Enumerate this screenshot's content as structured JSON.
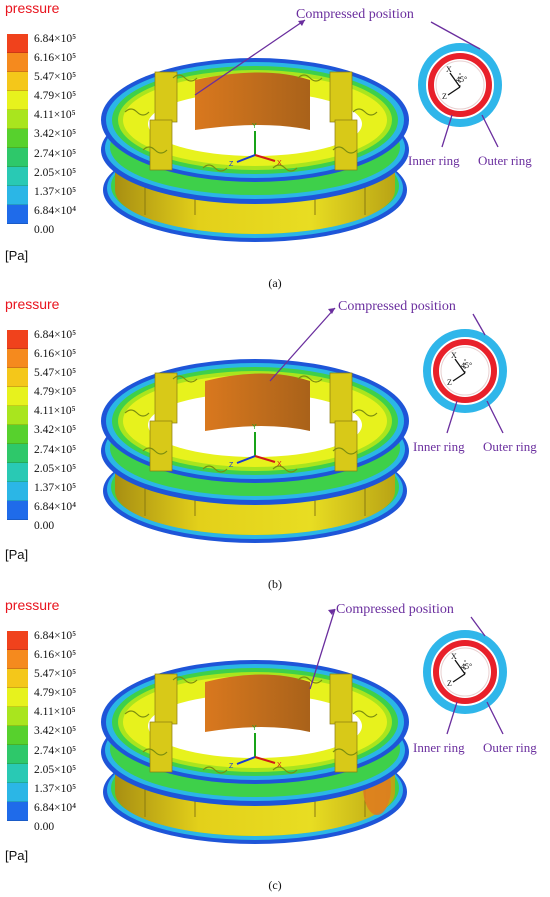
{
  "legend": {
    "title": "pressure",
    "unit": "[Pa]",
    "levels": [
      "6.84×10⁵",
      "6.16×10⁵",
      "5.47×10⁵",
      "4.79×10⁵",
      "4.11×10⁵",
      "3.42×10⁵",
      "2.74×10⁵",
      "2.05×10⁵",
      "1.37×10⁵",
      "6.84×10⁴",
      "0.00"
    ],
    "colors": [
      "#f0421c",
      "#f58a1e",
      "#f4c71a",
      "#e7f21d",
      "#a9e51e",
      "#57d12d",
      "#2ec86a",
      "#29c9b4",
      "#2bb6e6",
      "#1f6bea"
    ]
  },
  "panels": [
    {
      "caption": "(a)",
      "compressed": "Compressed position",
      "inner": "Inner ring",
      "outer": "Outer ring",
      "angle": "45°",
      "axis_x": "X",
      "axis_z": "Z"
    },
    {
      "caption": "(b)",
      "compressed": "Compressed position",
      "inner": "Inner ring",
      "outer": "Outer ring",
      "angle": "45°",
      "axis_x": "X",
      "axis_z": "Z"
    },
    {
      "caption": "(c)",
      "compressed": "Compressed position",
      "inner": "Inner ring",
      "outer": "Outer ring",
      "angle": "45°",
      "axis_x": "X",
      "axis_z": "Z"
    }
  ],
  "model_axes": {
    "y": "Y",
    "x": "X",
    "z": "Z"
  }
}
